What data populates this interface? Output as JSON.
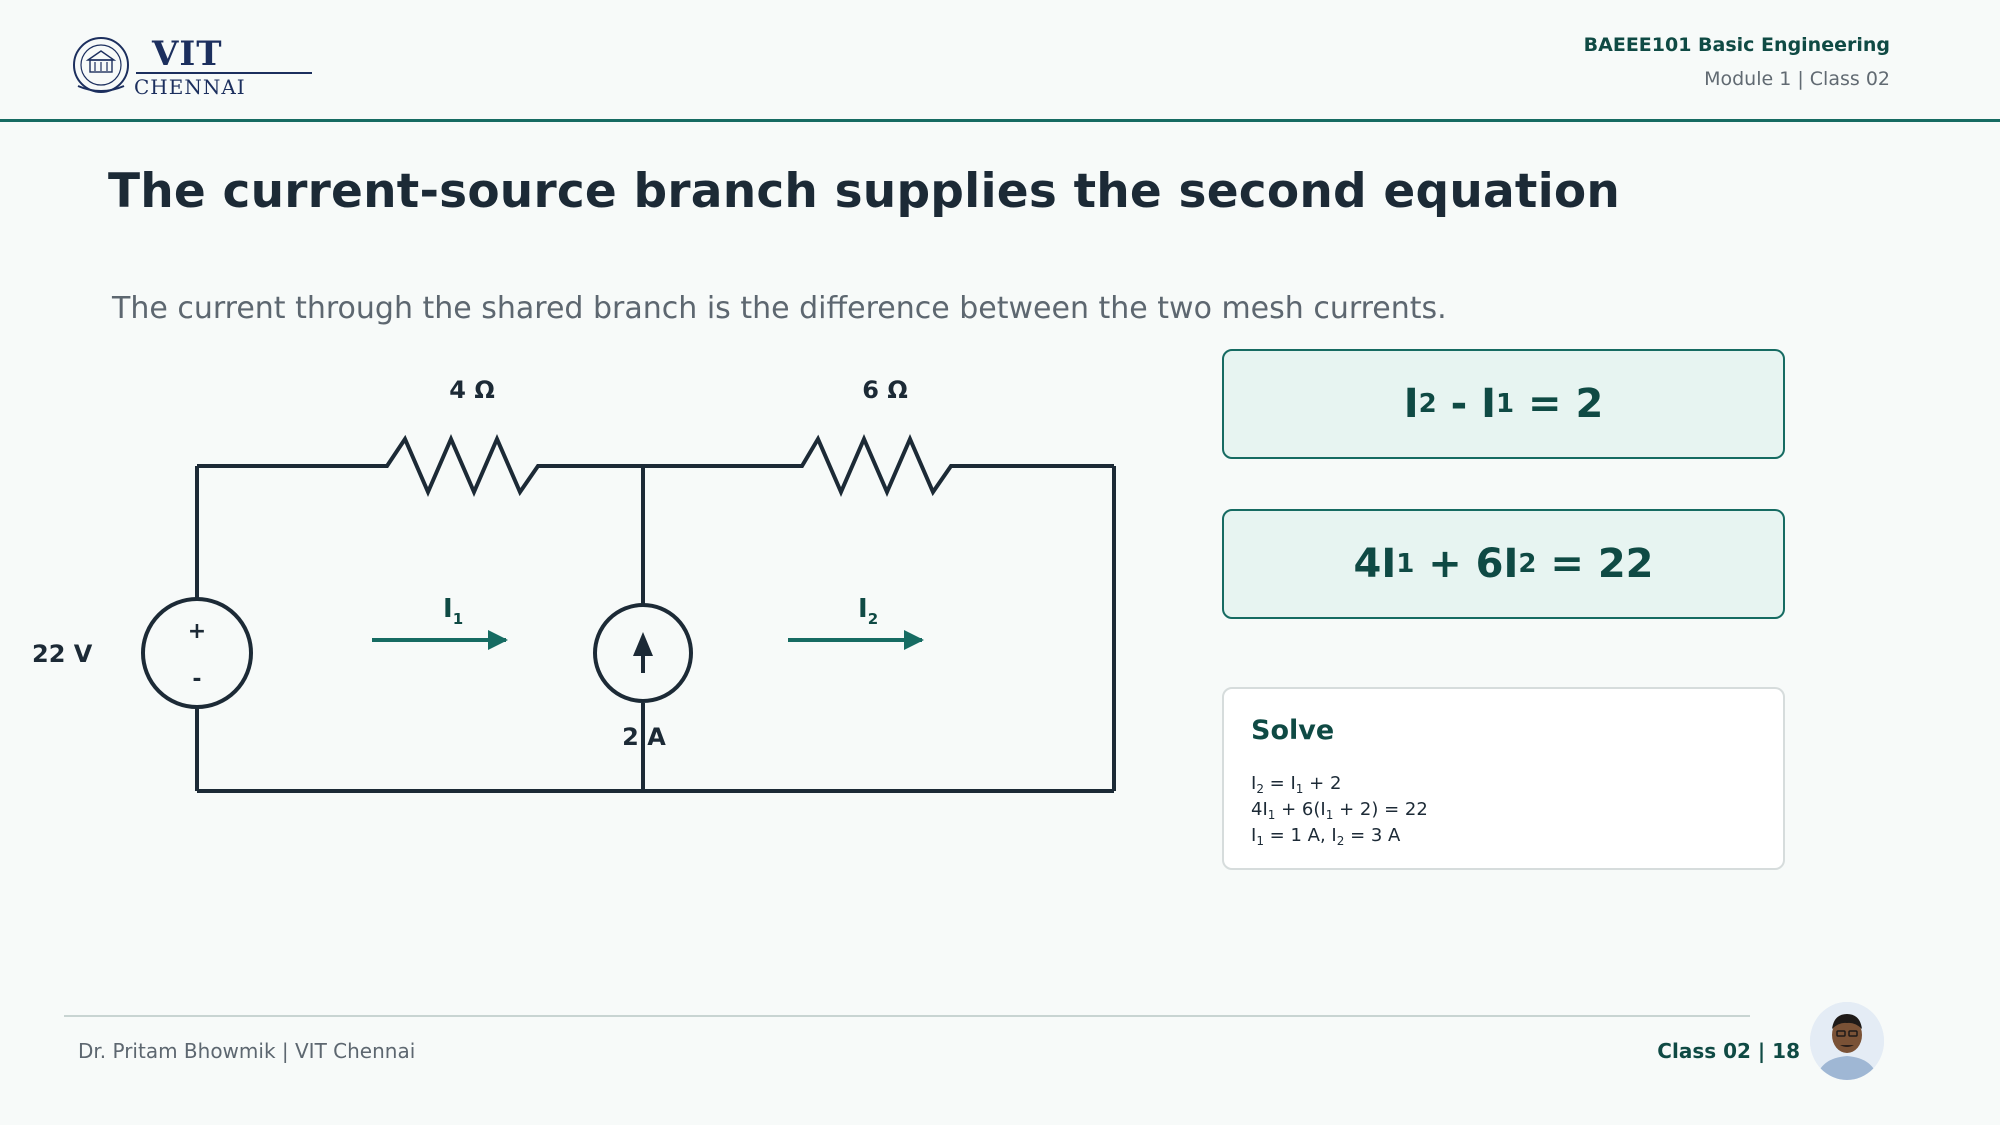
{
  "header": {
    "logo_text": "VIT",
    "logo_subtext": "CHENNAI",
    "course": "BAEEE101 Basic Engineering",
    "module": "Module 1 | Class 02"
  },
  "slide": {
    "title": "The current-source branch supplies the second equation",
    "subtitle": "The current through the shared branch is the difference between the two mesh currents."
  },
  "circuit": {
    "r1_label": "4 Ω",
    "r2_label": "6 Ω",
    "vs_label": "22 V",
    "vs_plus": "+",
    "vs_minus": "-",
    "cs_label": "2 A",
    "mesh1_label": "I",
    "mesh1_sub": "1",
    "mesh2_label": "I",
    "mesh2_sub": "2"
  },
  "equations": {
    "eq1": {
      "a": "I",
      "a_sub": "2",
      "op": " - ",
      "b": "I",
      "b_sub": "1",
      "rhs": " = 2"
    },
    "eq2": {
      "a": "4I",
      "a_sub": "1",
      "op": " + ",
      "b": "6I",
      "b_sub": "2",
      "rhs": " = 22"
    }
  },
  "solve": {
    "title": "Solve",
    "line1": {
      "p1": "I",
      "s1": "2",
      "p2": " = I",
      "s2": "1",
      "p3": " + 2"
    },
    "line2": {
      "p1": "4I",
      "s1": "1",
      "p2": " + 6(I",
      "s2": "1",
      "p3": " + 2) = 22"
    },
    "line3": {
      "p1": "I",
      "s1": "1",
      "p2": " = 1 A, I",
      "s2": "2",
      "p3": " = 3 A"
    }
  },
  "footer": {
    "left": "Dr. Pritam Bhowmik | VIT Chennai",
    "right": "Class 02 | 18"
  },
  "colors": {
    "accent": "#166b62",
    "accent_dark": "#0f4a44",
    "box_fill": "#e7f4f1",
    "wire": "#1c2a36"
  }
}
